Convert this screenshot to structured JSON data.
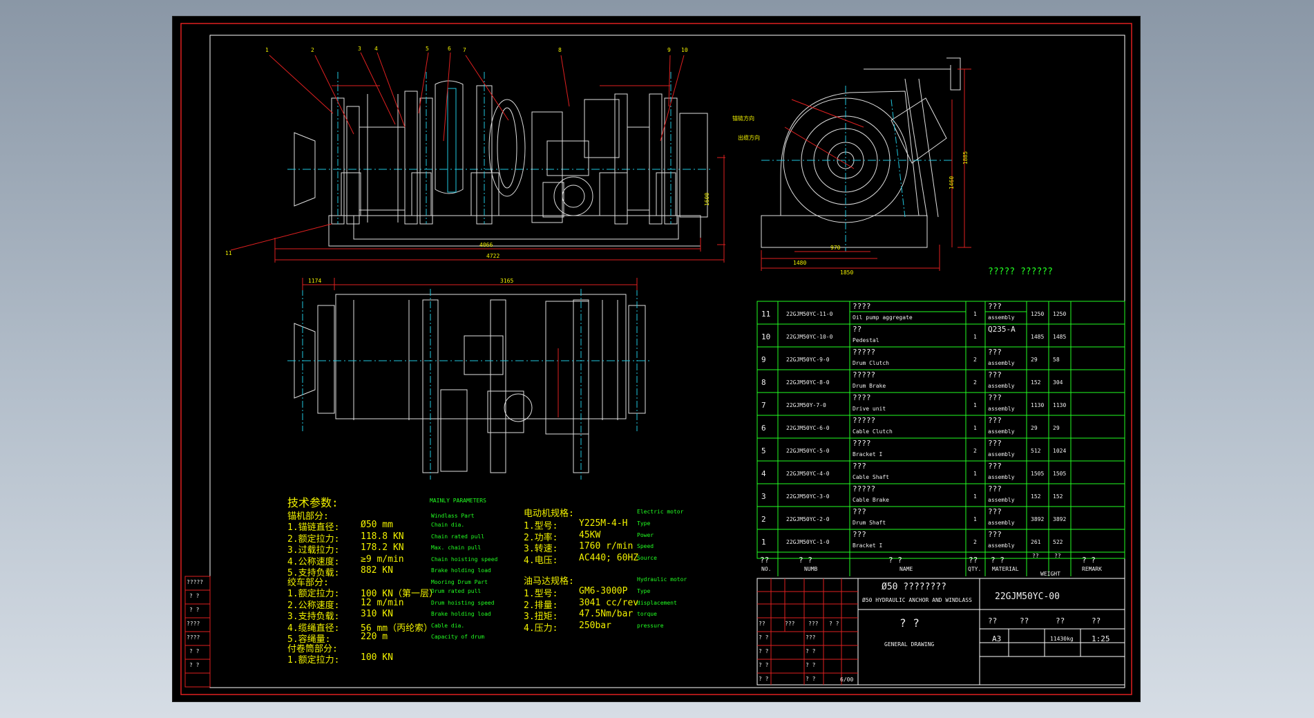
{
  "drawing": {
    "title_cn": "Ø50 ????????",
    "title_en": "Ø50 HYDRAULIC ANCHOR AND WINDLASS",
    "drawing_no": "22GJM50YC-00",
    "name_cn": "?  ?",
    "name_en": "GENERAL DRAWING",
    "header_q": "?????  ??????",
    "size": "A3",
    "weight": "11430kg",
    "scale": "1:25",
    "sheet": "6/00"
  },
  "bom": {
    "headers": {
      "no": "??",
      "code": "?   ?",
      "name": "?   ?",
      "qty": "??",
      "material": "?  ?",
      "unit": "??",
      "total": "??",
      "remark": "?  ?"
    },
    "headers_en": {
      "no": "NO.",
      "code": "NUMB",
      "name": "NAME",
      "qty": "QTY.",
      "material": "MATERIAL",
      "weight": "WEIGHT",
      "remark": "REMARK"
    },
    "rows": [
      {
        "no": "11",
        "code": "22GJM50YC-11-0",
        "name_cn": "????",
        "name_en": "Oil pump aggregate",
        "qty": "1",
        "mat_cn": "???",
        "mat_en": "assembly",
        "unit": "1250",
        "total": "1250"
      },
      {
        "no": "10",
        "code": "22GJM50YC-10-0",
        "name_cn": "??",
        "name_en": "Pedestal",
        "qty": "1",
        "mat_cn": "Q235-A",
        "mat_en": "",
        "unit": "1485",
        "total": "1485"
      },
      {
        "no": "9",
        "code": "22GJM50YC-9-0",
        "name_cn": "?????",
        "name_en": "Drum Clutch",
        "qty": "2",
        "mat_cn": "???",
        "mat_en": "assembly",
        "unit": "29",
        "total": "58"
      },
      {
        "no": "8",
        "code": "22GJM50YC-8-0",
        "name_cn": "?????",
        "name_en": "Drum Brake",
        "qty": "2",
        "mat_cn": "???",
        "mat_en": "assembly",
        "unit": "152",
        "total": "304"
      },
      {
        "no": "7",
        "code": "22GJM50Y-7-0",
        "name_cn": "????",
        "name_en": "Drive unit",
        "qty": "1",
        "mat_cn": "???",
        "mat_en": "assembly",
        "unit": "1130",
        "total": "1130"
      },
      {
        "no": "6",
        "code": "22GJM50YC-6-0",
        "name_cn": "?????",
        "name_en": "Cable Clutch",
        "qty": "1",
        "mat_cn": "???",
        "mat_en": "assembly",
        "unit": "29",
        "total": "29"
      },
      {
        "no": "5",
        "code": "22GJM50YC-5-0",
        "name_cn": "????",
        "name_en": "Bracket I",
        "qty": "2",
        "mat_cn": "???",
        "mat_en": "assembly",
        "unit": "512",
        "total": "1024"
      },
      {
        "no": "4",
        "code": "22GJM50YC-4-0",
        "name_cn": "???",
        "name_en": "Cable Shaft",
        "qty": "1",
        "mat_cn": "???",
        "mat_en": "assembly",
        "unit": "1505",
        "total": "1505"
      },
      {
        "no": "3",
        "code": "22GJM50YC-3-0",
        "name_cn": "?????",
        "name_en": "Cable Brake",
        "qty": "1",
        "mat_cn": "???",
        "mat_en": "assembly",
        "unit": "152",
        "total": "152"
      },
      {
        "no": "2",
        "code": "22GJM50YC-2-0",
        "name_cn": "???",
        "name_en": "Drum Shaft",
        "qty": "1",
        "mat_cn": "???",
        "mat_en": "assembly",
        "unit": "3892",
        "total": "3892"
      },
      {
        "no": "1",
        "code": "22GJM50YC-1-0",
        "name_cn": "???",
        "name_en": "Bracket I",
        "qty": "2",
        "mat_cn": "???",
        "mat_en": "assembly",
        "unit": "261",
        "total": "522"
      }
    ]
  },
  "title_block": {
    "approval": [
      "??",
      "???",
      "???",
      "? ?"
    ],
    "rows": [
      "? ?",
      "? ?",
      "? ?",
      "? ?"
    ],
    "mid": [
      "???",
      "? ?",
      "? ?",
      "? ?"
    ],
    "bottom_q": [
      "??",
      "??",
      "??",
      "??"
    ]
  },
  "left_stamps": [
    "?????",
    "? ?",
    "? ?",
    "????",
    "????",
    "? ?",
    "? ?"
  ],
  "specs": {
    "title": "技术参数:",
    "windlass_title": "锚机部分:",
    "windlass": [
      {
        "label": "1.锚链直径:",
        "value": "Ø50 mm",
        "en": "Chain dia."
      },
      {
        "label": "2.额定拉力:",
        "value": "118.8 KN",
        "en": "Chain rated pull"
      },
      {
        "label": "3.过载拉力:",
        "value": "178.2 KN",
        "en": "Max. chain pull"
      },
      {
        "label": "4.公称速度:",
        "value": "≥9 m/min",
        "en": "Chain hoisting speed"
      },
      {
        "label": "5.支持负载:",
        "value": "882 KN",
        "en": "Brake holding load"
      }
    ],
    "mooring_title": "绞车部分:",
    "mooring_en_title": "Mooring Drum Part",
    "mooring": [
      {
        "label": "1.额定拉力:",
        "value": "100 KN（第一层）",
        "en": "Drum rated pull"
      },
      {
        "label": "2.公称速度:",
        "value": "12 m/min",
        "en": "Drum hoisting speed"
      },
      {
        "label": "3.支持负载:",
        "value": "310 KN",
        "en": "Brake holding load"
      },
      {
        "label": "4.缆绳直径:",
        "value": "56 mm（丙纶索）",
        "en": "Cable dia."
      },
      {
        "label": "5.容绳量:",
        "value": "220 m",
        "en": "Capacity of drum"
      }
    ],
    "spare_title": "付卷筒部分:",
    "spare": [
      {
        "label": "1.额定拉力:",
        "value": "100 KN"
      }
    ],
    "main_en": "MAINLY PARAMETERS",
    "windlass_en": "Windlass Part",
    "motor_title": "电动机规格:",
    "motor_en": "Electric motor",
    "motor": [
      {
        "label": "1.型号:",
        "value": "Y225M-4-H",
        "en": "Type"
      },
      {
        "label": "2.功率:",
        "value": "45KW",
        "en": "Power"
      },
      {
        "label": "3.转速:",
        "value": "1760 r/min",
        "en": "Speed"
      },
      {
        "label": "4.电压:",
        "value": "AC440; 60HZ",
        "en": "Source"
      }
    ],
    "hyd_title": "油马达规格:",
    "hyd_en": "Hydraulic motor",
    "hyd": [
      {
        "label": "1.型号:",
        "value": "GM6-3000P",
        "en": "Type"
      },
      {
        "label": "2.排量:",
        "value": "3041 cc/rev",
        "en": "displacement"
      },
      {
        "label": "3.扭矩:",
        "value": "47.5Nm/bar",
        "en": "torque"
      },
      {
        "label": "4.压力:",
        "value": "250bar",
        "en": "pressure"
      }
    ]
  },
  "dims": {
    "front_total_a": "4066",
    "front_total_b": "4722",
    "front_h": "1600",
    "plan_w1": "1174",
    "plan_w2": "3165",
    "side_w1": "1480",
    "side_w2": "1850",
    "side_w3": "970",
    "side_h": "1885",
    "side_h2": "1460"
  },
  "side_labels": [
    "锚链方向",
    "出缆方向"
  ],
  "balloons": [
    "1",
    "2",
    "3",
    "4",
    "5",
    "6",
    "7",
    "8",
    "9",
    "10",
    "11"
  ]
}
